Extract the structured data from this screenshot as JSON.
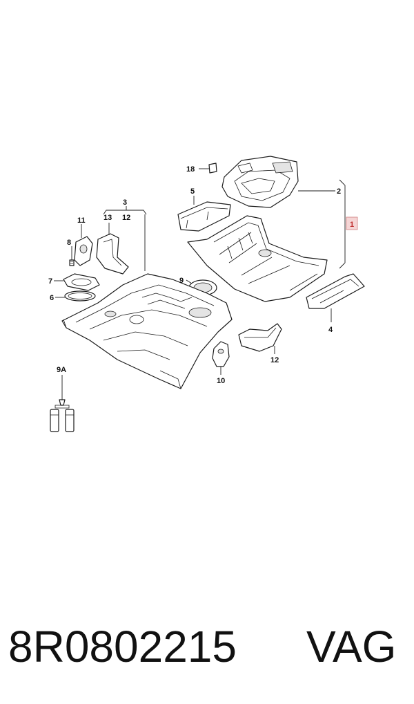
{
  "callouts": {
    "c1": "1",
    "c2": "2",
    "c3": "3",
    "c4": "4",
    "c5": "5",
    "c6": "6",
    "c7": "7",
    "c8": "8",
    "c9": "9",
    "c9a": "9A",
    "c10": "10",
    "c11": "11",
    "c12a": "12",
    "c12b": "12",
    "c13": "13",
    "c18": "18"
  },
  "footer": {
    "part_number": "8R0802215",
    "brand": "VAG"
  },
  "colors": {
    "line": "#1a1a1a",
    "highlight_box": "#f5d5d5",
    "highlight_text": "#c03030"
  }
}
